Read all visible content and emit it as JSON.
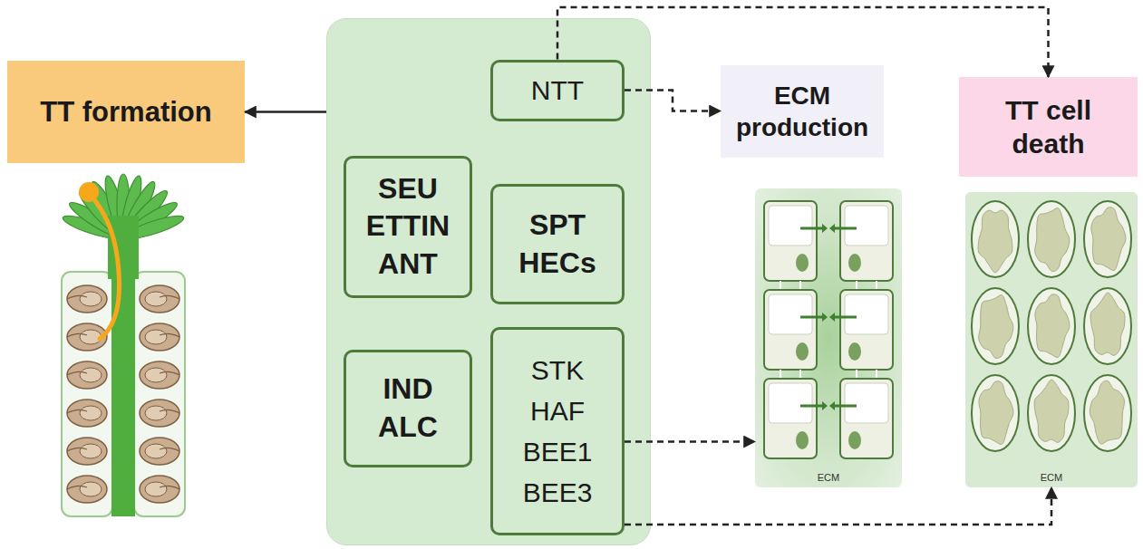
{
  "diagram": {
    "nodes": [
      {
        "text": [
          "TT formation"
        ]
      },
      {
        "text": []
      },
      {
        "text": [
          "NTT"
        ],
        "in": 1
      },
      {
        "text": [
          "SEU ETTIN ANT"
        ],
        "in": 1
      },
      {
        "text": [
          "SPT HECs"
        ],
        "in": 1
      },
      {
        "text": [
          "IND ALC"
        ],
        "in": 1
      },
      {
        "text": [
          "STK HAF BEE1 BEE3"
        ],
        "in": 1
      },
      {
        "text": [
          "ECM production"
        ]
      },
      {
        "text": [
          "ECM"
        ]
      },
      {
        "text": [
          "TT cell death"
        ]
      },
      {
        "text": [
          "ECM"
        ]
      }
    ],
    "edges": [
      {
        "from": 1,
        "to": 0,
        "arrow": "to"
      },
      {
        "from": 2,
        "to": 7,
        "arrow": "to"
      },
      {
        "from": 2,
        "to": 9,
        "arrow": "to"
      },
      {
        "from": 6,
        "to": 8,
        "arrow": "to"
      },
      {
        "from": 6,
        "to": 10,
        "arrow": "to"
      }
    ]
  }
}
